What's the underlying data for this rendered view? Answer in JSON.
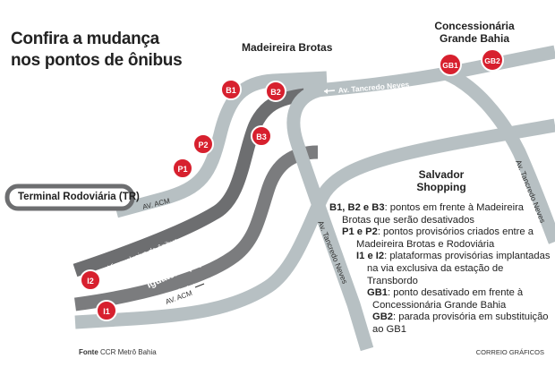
{
  "title_line1": "Confira a mudança",
  "title_line2": "nos pontos de ônibus",
  "places": {
    "madeireira": "Madeireira Brotas",
    "concessionaria_line1": "Concessionária",
    "concessionaria_line2": "Grande Bahia",
    "salvador_line1": "Salvador",
    "salvador_line2": "Shopping",
    "terminal": "Terminal Rodoviária (TR)",
    "estacao_line1": "Estação de Transbordo",
    "estacao_line2": "Iguatemi (TI)"
  },
  "roads": {
    "tancredo_top": "Av. Tancredo Neves",
    "tancredo_mid": "Av. Tancredo Neves",
    "tancredo_right": "Av. Tancredo Neves",
    "acm_top": "AV. ACM",
    "acm_bottom": "AV. ACM",
    "bus_lane_top": "Via exclusiva de ônibus",
    "bus_lane_bottom": "Via exclusiva de ônibus"
  },
  "stops": {
    "B1": "B1",
    "B2": "B2",
    "B3": "B3",
    "P1": "P1",
    "P2": "P2",
    "I1": "I1",
    "I2": "I2",
    "GB1": "GB1",
    "GB2": "GB2"
  },
  "legend": {
    "e1_codes": "B1, B2 e B3",
    "e1_text": ":  pontos em frente à Madeireira",
    "e1_text2": "Brotas que serão desativados",
    "e2_codes": "P1 e P2",
    "e2_text": ": pontos provisórios criados entre a",
    "e2_text2": "Madeireira Brotas e Rodoviária",
    "e3_codes": "I1 e I2",
    "e3_text": ": plataformas provisórias implantadas",
    "e3_text2": "na via exclusiva da estação de Transbordo",
    "e4_codes": "GB1",
    "e4_text": ": ponto desativado em frente à",
    "e4_text2": "Concessionária Grande Bahia",
    "e5_codes": "GB2",
    "e5_text": ": parada provisória em substituição",
    "e5_text2": "ao GB1"
  },
  "footer": {
    "source_label": "Fonte",
    "source_value": "CCR Metrô Bahia",
    "credit": "CORREIO GRÁFICOS"
  },
  "colors": {
    "road_light": "#b7c0c3",
    "road_dark": "#6d6e70",
    "road_mid": "#8a8b8d",
    "stop_red": "#d7202e",
    "arrow": "#ffffff"
  }
}
